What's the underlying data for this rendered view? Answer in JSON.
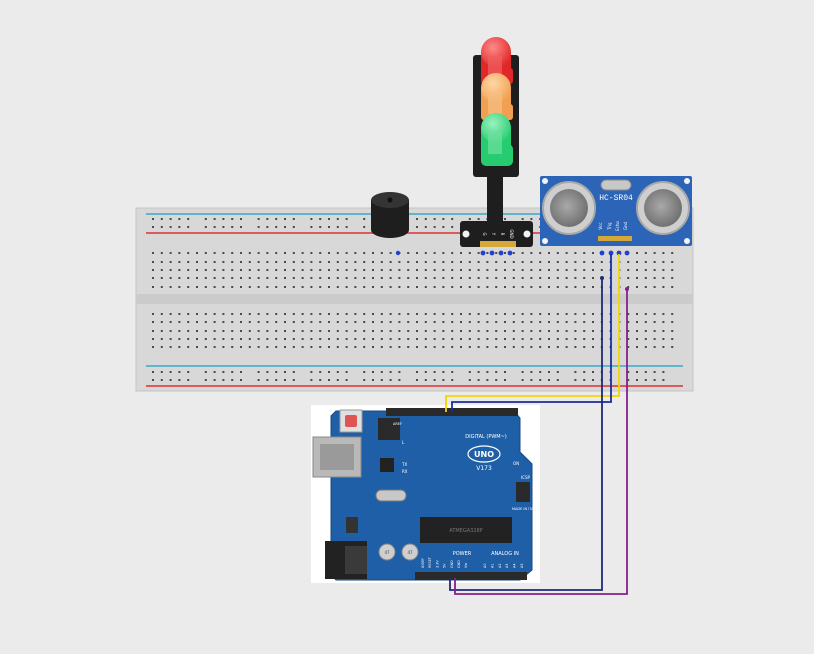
{
  "sensor": {
    "label": "HC-SR04",
    "pins": [
      "Vcc",
      "Trig",
      "Echo",
      "Gnd"
    ]
  },
  "traffic_light": {
    "pins": [
      "G",
      "Y",
      "R",
      "GND"
    ]
  },
  "arduino": {
    "model": "UNO",
    "version": "V173",
    "digital_label": "DIGITAL (PWM~)",
    "power_label": "POWER",
    "analog_label": "ANALOG IN",
    "aref": "AREF",
    "gnd": "GND",
    "chip_text": "ATMEGA328P",
    "on_label": "ON",
    "tx_label": "TX",
    "rx_label": "RX",
    "l_label": "L",
    "icsp_label": "ICSP",
    "made_label": "MADE IN ITALY",
    "power_pins": [
      "IOREF",
      "RESET",
      "3.3V",
      "5V",
      "GND",
      "GND",
      "Vin"
    ],
    "analog_pins": [
      "A0",
      "A1",
      "A2",
      "A3",
      "A4",
      "A5"
    ],
    "cap_label": "47"
  },
  "colors": {
    "background": "#ebebeb",
    "breadboard": "#d9d9d9",
    "rail_red": "#e03030",
    "rail_blue": "#3aa8c8",
    "wire_yellow": "#f2d600",
    "wire_blue": "#1a2d9a",
    "wire_navy": "#1e2a78",
    "wire_purple": "#8a1e8a",
    "arduino_board": "#1f5fa8",
    "sensor_board": "#2c64b8"
  }
}
